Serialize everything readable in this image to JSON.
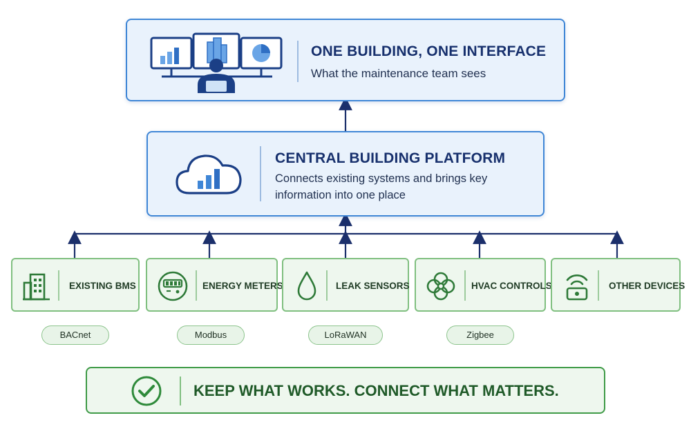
{
  "interface": {
    "title": "ONE BUILDING, ONE INTERFACE",
    "subtitle": "What the maintenance team sees",
    "icon": "monitors-operator-icon"
  },
  "platform": {
    "title": "CENTRAL BUILDING PLATFORM",
    "line1": "Connects existing systems and brings key",
    "line2": "information into one place",
    "icon": "cloud-chart-icon"
  },
  "sources": [
    {
      "label": "EXISTING BMS",
      "icon": "building-icon",
      "protocol": "BACnet"
    },
    {
      "label": "ENERGY METERS",
      "icon": "meter-icon",
      "protocol": "Modbus"
    },
    {
      "label": "LEAK SENSORS",
      "icon": "water-drop-icon",
      "protocol": "LoRaWAN"
    },
    {
      "label": "HVAC CONTROLS",
      "icon": "fan-icon",
      "protocol": "Zigbee"
    },
    {
      "label": "OTHER DEVICES",
      "icon": "wireless-device-icon",
      "protocol": ""
    }
  ],
  "banner": {
    "text": "KEEP WHAT WORKS. CONNECT WHAT MATTERS.",
    "icon": "check-circle-icon"
  },
  "colors": {
    "blue_border": "#3f86d6",
    "blue_fill": "#e9f2fc",
    "navy_text": "#17306d",
    "arrow": "#1b2f6b",
    "green_border": "#7fbf7f",
    "green_fill": "#eef7ee",
    "green_text": "#1f5a28",
    "banner_border": "#3e9a46"
  }
}
